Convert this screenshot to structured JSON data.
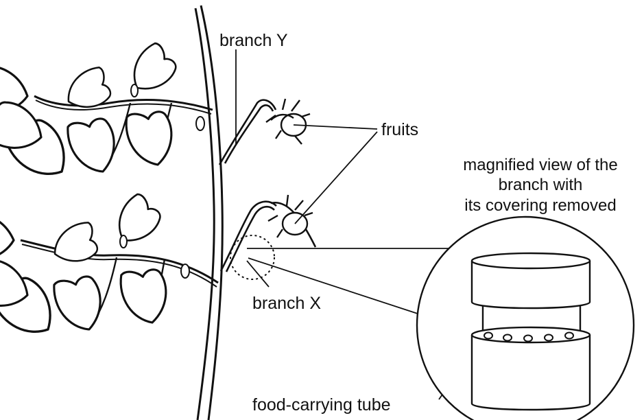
{
  "labels": {
    "branch_y": "branch Y",
    "fruits": "fruits",
    "branch_x": "branch X",
    "food_tube": "food-carrying tube"
  },
  "magnified_caption": {
    "line1": "magnified view of the",
    "line2": "branch with",
    "line3": "its covering removed"
  },
  "colors": {
    "ink": "#111111",
    "background": "#ffffff"
  }
}
